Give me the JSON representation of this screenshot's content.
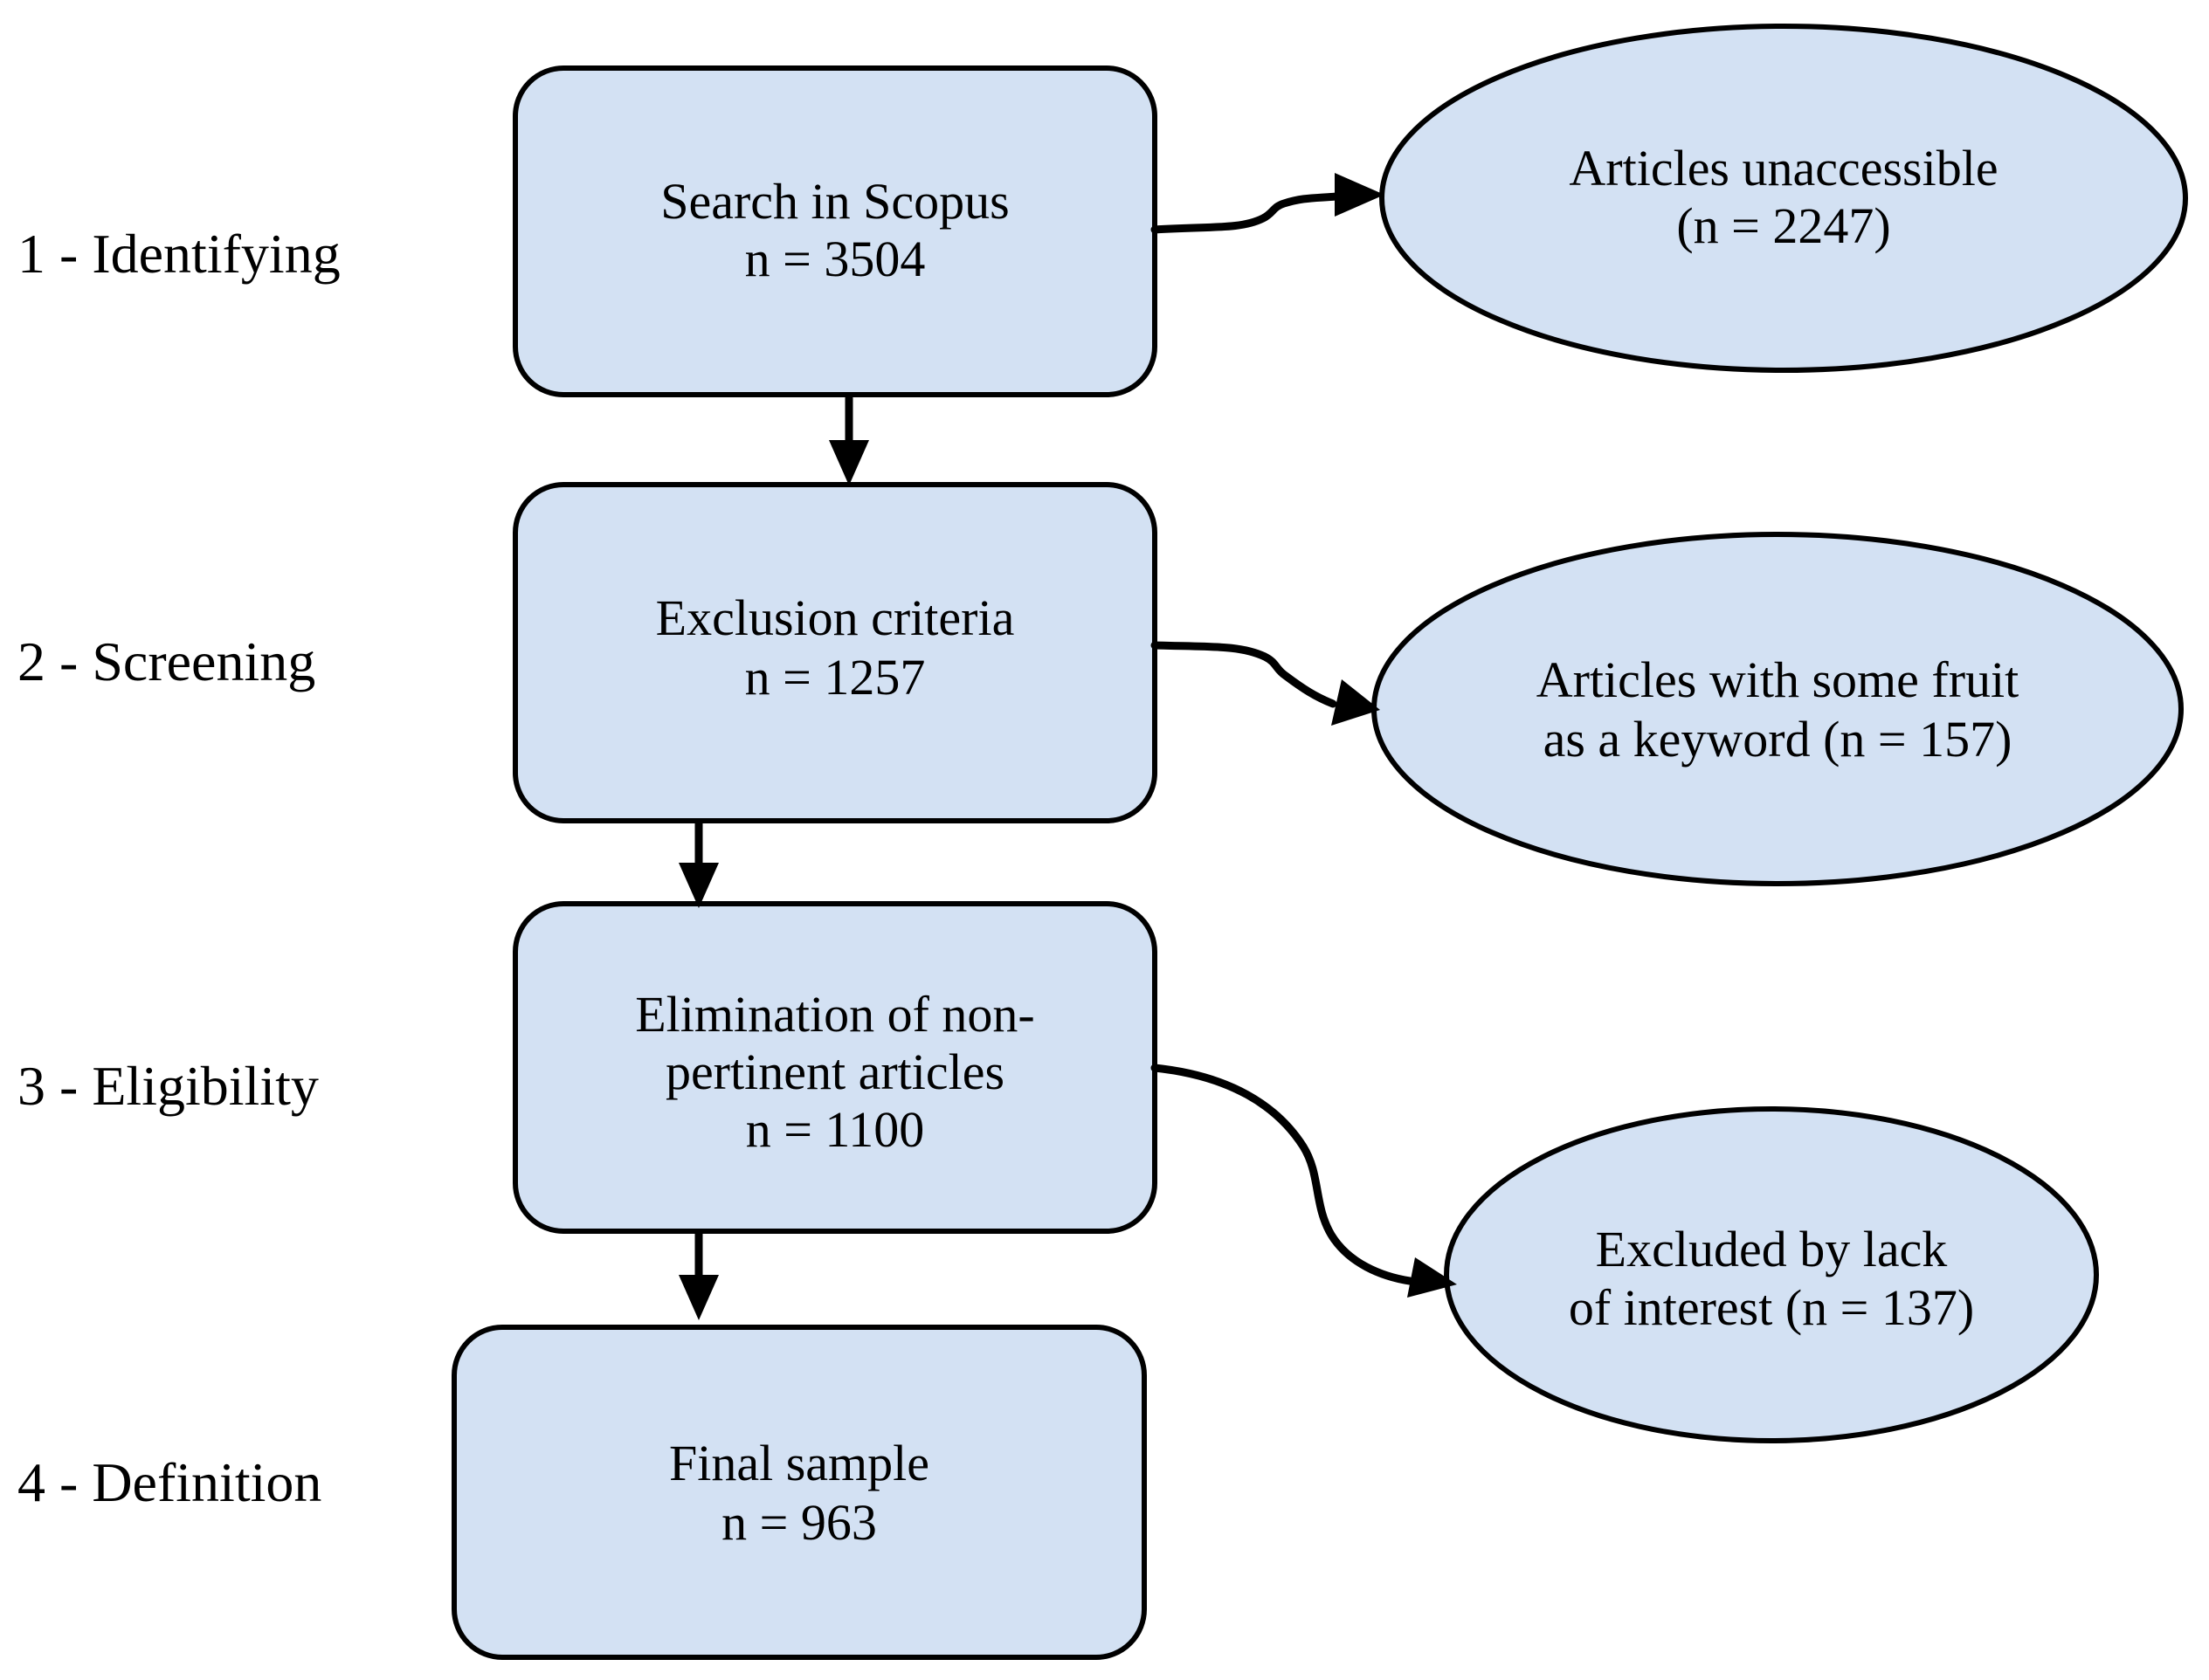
{
  "diagram": {
    "colors": {
      "background": "#ffffff",
      "shape_fill": "#d3e1f3",
      "shape_stroke": "#000000",
      "text": "#000000"
    },
    "stages": [
      {
        "label": "1 - Identifying"
      },
      {
        "label": "2 - Screening"
      },
      {
        "label": "3 - Eligibility"
      },
      {
        "label": "4 - Definition"
      }
    ],
    "boxes": [
      {
        "lines": [
          "Search in Scopus",
          "n = 3504"
        ]
      },
      {
        "lines": [
          "Exclusion criteria",
          "n = 1257"
        ]
      },
      {
        "lines": [
          "Elimination of non-",
          "pertinent articles",
          "n = 1100"
        ]
      },
      {
        "lines": [
          "Final sample",
          "n = 963"
        ]
      }
    ],
    "ellipses": [
      {
        "lines": [
          "Articles unaccessible",
          "(n = 2247)"
        ]
      },
      {
        "lines": [
          "Articles with some fruit",
          "as a keyword (n = 157)"
        ]
      },
      {
        "lines": [
          "Excluded by lack",
          "of interest (n = 137)"
        ]
      }
    ]
  }
}
